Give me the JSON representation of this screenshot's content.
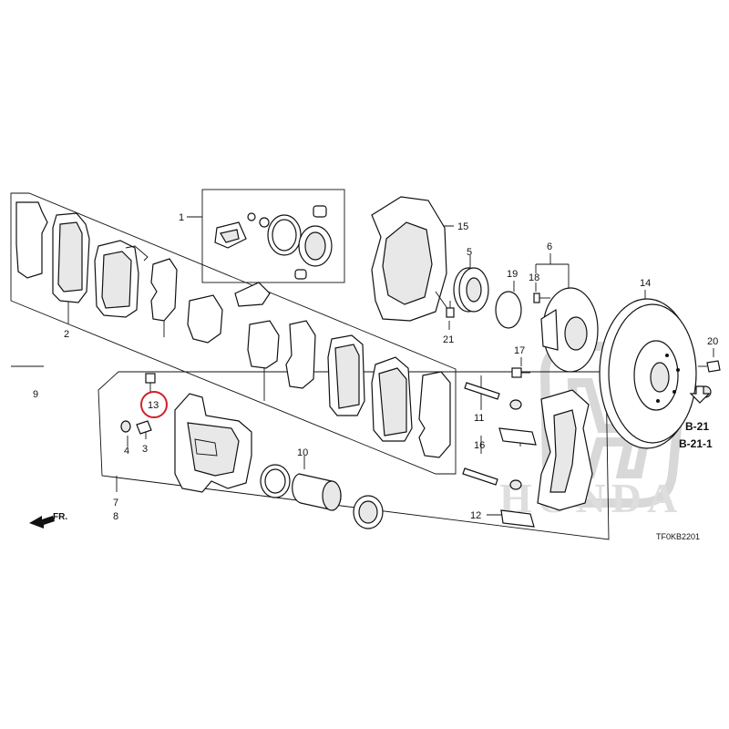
{
  "callouts": {
    "c1": "1",
    "c2": "2",
    "c3": "3",
    "c4": "4",
    "c5": "5",
    "c6": "6",
    "c7": "7",
    "c8": "8",
    "c9": "9",
    "c10": "10",
    "c11": "11",
    "c12": "12",
    "c13": "13",
    "c14": "14",
    "c15": "15",
    "c16": "16",
    "c17": "17",
    "c18": "18",
    "c19": "19",
    "c20": "20",
    "c21": "21"
  },
  "highlighted_callout": "13",
  "highlight_color": "#d0202a",
  "refs": {
    "ref1": "B-21",
    "ref2": "B-21-1"
  },
  "direction_label": "FR.",
  "diagram_code": "TF0KB2201",
  "watermark_text": "HONDA"
}
